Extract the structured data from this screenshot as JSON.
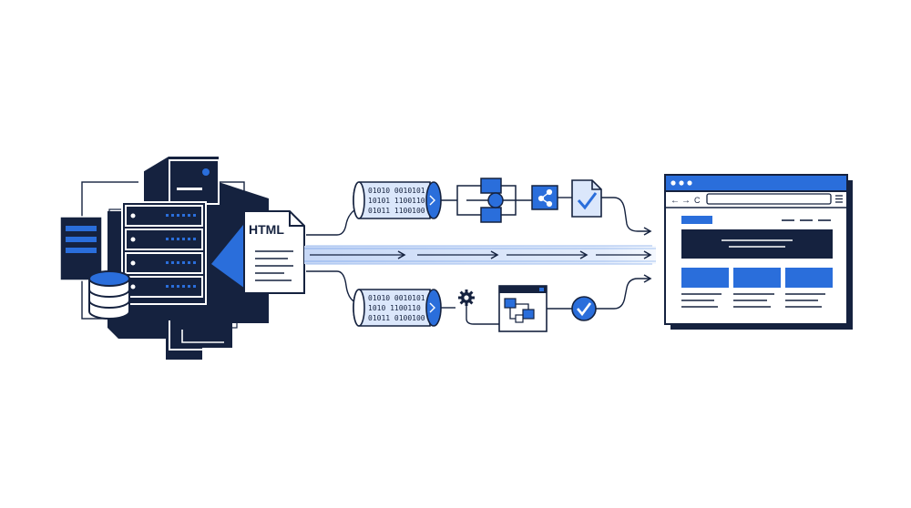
{
  "html_doc": {
    "label": "HTML"
  },
  "pipeline_top": {
    "binary_lines": [
      "01010 0010101",
      "10101 1100110",
      "01011 1100100"
    ]
  },
  "pipeline_bottom": {
    "binary_lines": [
      "01010 0010101",
      "1010 1100110",
      "01011 0100100"
    ]
  },
  "browser": {
    "nav_back": "←",
    "nav_forward": "→",
    "nav_reload": "C"
  },
  "colors": {
    "navy": "#15223f",
    "blue": "#2a6edb",
    "light_blue": "#dbe7fb",
    "white": "#ffffff"
  },
  "icons": [
    "server-rack-icon",
    "database-icon",
    "html-document-icon",
    "binary-data-cylinder-icon",
    "flowchart-icon",
    "share-icon",
    "check-document-icon",
    "gear-icon",
    "workflow-window-icon",
    "check-circle-icon",
    "browser-window-icon"
  ]
}
